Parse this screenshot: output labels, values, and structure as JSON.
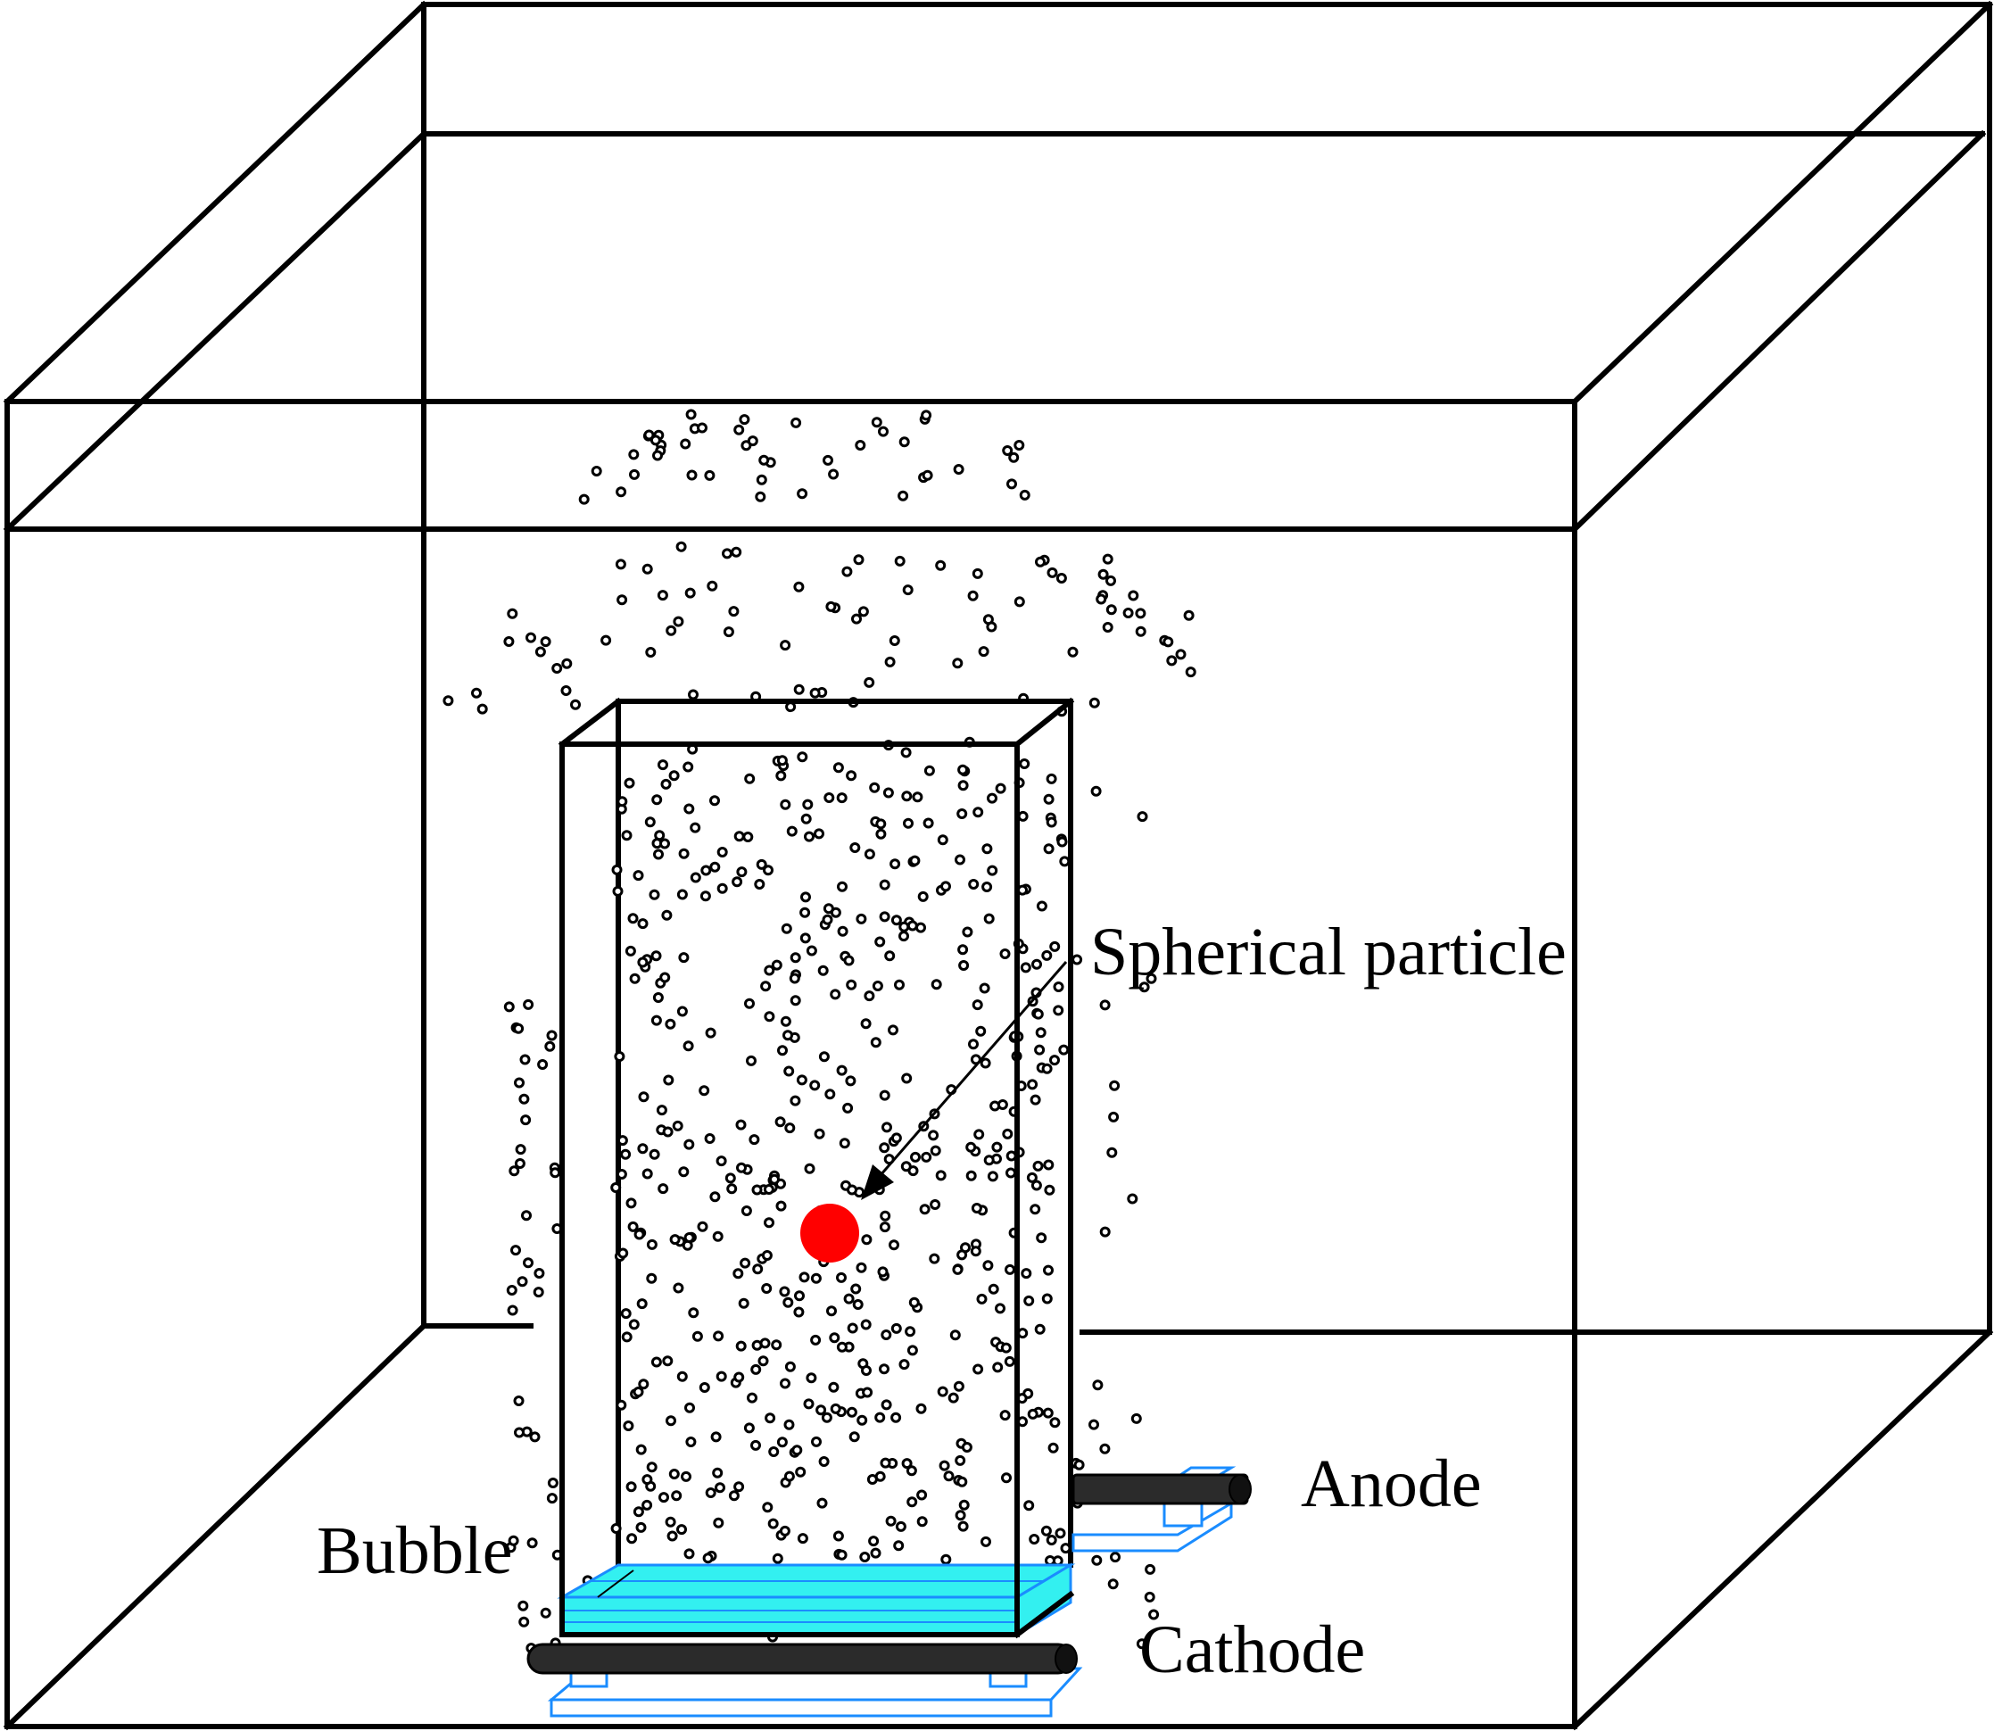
{
  "labels": {
    "spherical_particle": "Spherical particle",
    "anode": "Anode",
    "bubble": "Bubble",
    "cathode": "Cathode"
  },
  "colors": {
    "line": "#000000",
    "particle": "#ff0000",
    "electrolyte": "#33f0f0",
    "electrode_outline": "#1a8cff",
    "rod": "#2b2b2b"
  },
  "icons": {
    "particle": "red-sphere",
    "bubble": "small-hollow-circle",
    "electrode": "dark-cylindrical-rod"
  }
}
